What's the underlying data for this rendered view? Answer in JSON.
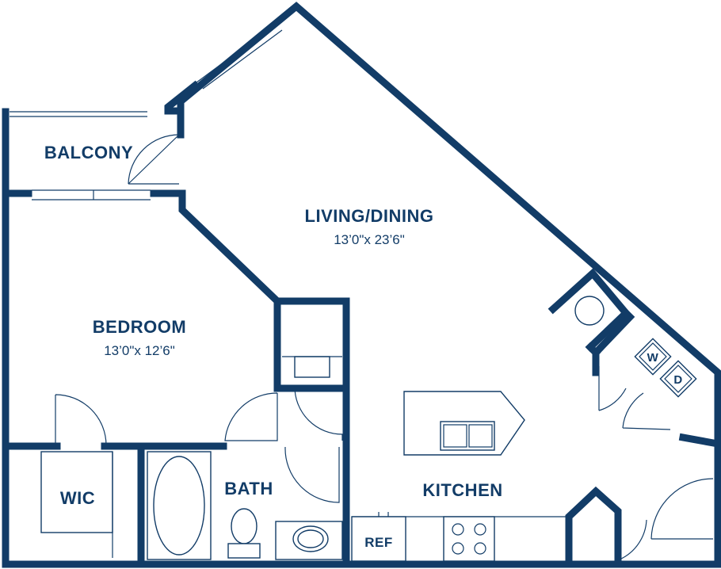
{
  "rooms": {
    "balcony": {
      "name": "BALCONY"
    },
    "living": {
      "name": "LIVING/DINING",
      "dimensions": "13’0\"x 23’6\""
    },
    "bedroom": {
      "name": "BEDROOM",
      "dimensions": "13’0\"x 12’6\""
    },
    "wic": {
      "name": "WIC"
    },
    "bath": {
      "name": "BATH"
    },
    "kitchen": {
      "name": "KITCHEN"
    }
  },
  "appliances": {
    "refrigerator": "REF",
    "washer": "W",
    "dryer": "D"
  },
  "colors": {
    "wall": "#123c67",
    "background": "#ffffff"
  }
}
